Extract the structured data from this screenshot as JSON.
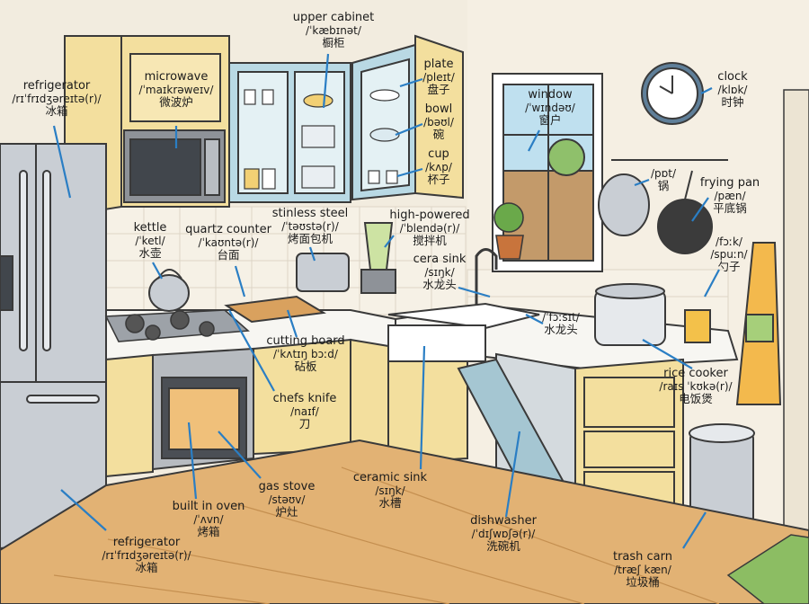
{
  "labels": {
    "upper_cabinet": {
      "en": "upper cabinet",
      "ipa": "/ˈkæbɪnət/",
      "zh": "橱柜"
    },
    "refrigerator_top": {
      "en": "refrigerator",
      "ipa": "/rɪˈfrɪdʒəreɪtə(r)/",
      "zh": "冰箱"
    },
    "microwave": {
      "en": "microwave",
      "ipa": "/ˈmaɪkrəweɪv/",
      "zh": "微波炉"
    },
    "plate": {
      "en": "plate",
      "ipa": "/pleɪt/",
      "zh": "盘子"
    },
    "bowl": {
      "en": "bowl",
      "ipa": "/bəʊl/",
      "zh": "碗"
    },
    "cup": {
      "en": "cup",
      "ipa": "/kʌp/",
      "zh": "杯子"
    },
    "window": {
      "en": "window",
      "ipa": "/ˈwɪndəʊ/",
      "zh": "窗户"
    },
    "clock": {
      "en": "clock",
      "ipa": "/klɒk/",
      "zh": "时钟"
    },
    "pot": {
      "en": "",
      "ipa": "/pɒt/",
      "zh": "锅"
    },
    "frying_pan": {
      "en": "frying pan",
      "ipa": "/pæn/",
      "zh": "平底锅"
    },
    "spoon": {
      "en": "",
      "ipa": "/fɔːk/ /spuːn/",
      "zh": "勺子"
    },
    "stainless_steel": {
      "en": "stinless steel",
      "ipa": "/ˈtəʊstə(r)/",
      "zh": "烤面包机"
    },
    "blender": {
      "en": "high-powered",
      "ipa": "/ˈblendə(r)/",
      "zh": "搅拌机"
    },
    "kettle": {
      "en": "kettle",
      "ipa": "/ˈketl/",
      "zh": "水壶"
    },
    "quartz_counter": {
      "en": "quartz counter",
      "ipa": "/ˈkaʊntə(r)/",
      "zh": "台面"
    },
    "faucet_sink": {
      "en": "cera sink",
      "ipa": "/sɪŋk/",
      "zh": "水龙头"
    },
    "faucet2": {
      "en": "",
      "ipa": "/ˈfɔːsɪt/",
      "zh": "水龙头"
    },
    "cutting_board": {
      "en": "cutting board",
      "ipa": "/ˈkʌtɪŋ bɔːd/",
      "zh": "砧板"
    },
    "chefs_knife": {
      "en": "chefs knife",
      "ipa": "/naɪf/",
      "zh": "刀"
    },
    "rice_cooker": {
      "en": "rice cooker",
      "ipa": "/raɪs ˈkʊkə(r)/",
      "zh": "电饭煲"
    },
    "gas_stove": {
      "en": "gas stove",
      "ipa": "/stəʊv/",
      "zh": "炉灶"
    },
    "built_in_oven": {
      "en": "built in oven",
      "ipa": "/ˈʌvn/",
      "zh": "烤箱"
    },
    "ceramic_sink": {
      "en": "ceramic sink",
      "ipa": "/sɪŋk/",
      "zh": "水槽"
    },
    "dishwasher": {
      "en": "dishwasher",
      "ipa": "/ˈdɪʃwɒʃə(r)/",
      "zh": "洗碗机"
    },
    "refrigerator_bottom": {
      "en": "refrigerator",
      "ipa": "/rɪˈfrɪdʒəreɪtə(r)/",
      "zh": "冰箱"
    },
    "trash_can": {
      "en": "trash carn",
      "ipa": "/træʃ kæn/",
      "zh": "垃圾桶"
    }
  },
  "colors": {
    "wall": "#f2ecdf",
    "cabinet_yellow": "#f3df9e",
    "glass_cabinet": "#b9d9e4",
    "countertop": "#f7f6f2",
    "floor": "#e2b274",
    "steel": "#c9ced4",
    "leader_line": "#2a7ec4"
  }
}
